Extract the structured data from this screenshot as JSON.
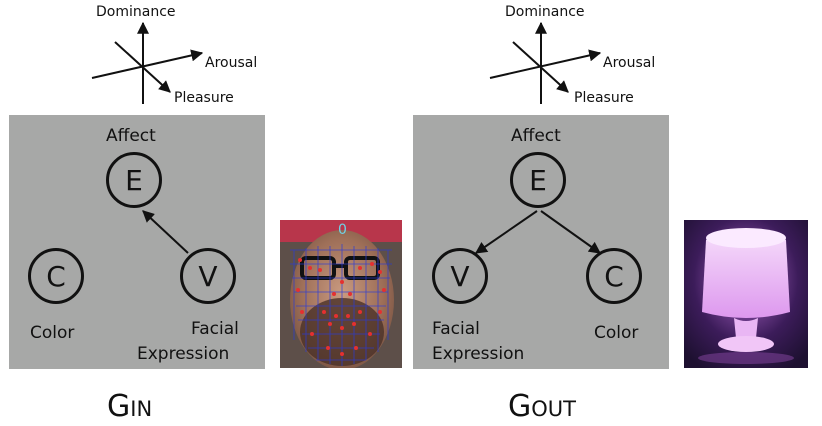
{
  "axes": {
    "dominance": "Dominance",
    "arousal": "Arousal",
    "pleasure": "Pleasure"
  },
  "graph_in": {
    "affect_label": "Affect",
    "node_e": "E",
    "node_c": "C",
    "node_v": "V",
    "color_label": "Color",
    "facial_line1": "Facial",
    "facial_line2": "Expression",
    "title_main": "G",
    "title_sub": "IN",
    "digit_overlay": "0"
  },
  "graph_out": {
    "affect_label": "Affect",
    "node_e": "E",
    "node_v": "V",
    "node_c": "C",
    "facial_line1": "Facial",
    "facial_line2": "Expression",
    "color_label": "Color",
    "title_main": "G",
    "title_sub": "OUT"
  },
  "colors": {
    "panel": "#a7a8a7",
    "lamp_glow": "#e2a6f0",
    "face_mesh": "#2a3bd8",
    "face_points": "#e53030"
  }
}
